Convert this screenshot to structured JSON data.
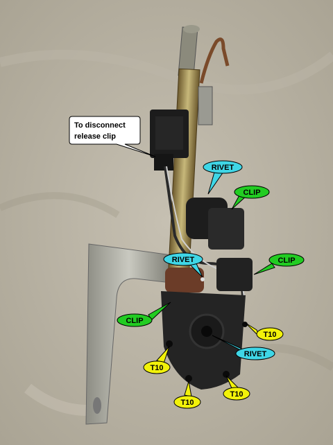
{
  "image": {
    "subject": "automotive power antenna assembly on fabric",
    "background_color": "#b8b2a4"
  },
  "callouts": {
    "note_line1": "To disconnect",
    "note_line2": "release clip",
    "rivet_top": "RIVET",
    "clip_top": "CLIP",
    "rivet_mid": "RIVET",
    "clip_right": "CLIP",
    "clip_left": "CLIP",
    "t10_right": "T10",
    "rivet_bottom": "RIVET",
    "t10_left": "T10",
    "t10_bottom": "T10",
    "t10_bottom_right": "T10"
  },
  "colors": {
    "rivet_fill": "#3fd6e6",
    "clip_fill": "#22cc22",
    "t10_fill": "#f2f20a",
    "note_fill": "#ffffff"
  }
}
